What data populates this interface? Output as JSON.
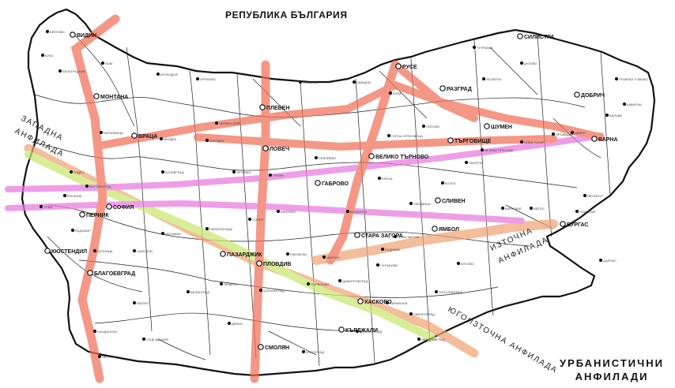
{
  "map": {
    "title": "РЕПУБЛИКА БЪЛГАРИЯ",
    "legend": {
      "line1": "УРБАНИСТИЧНИ",
      "line2": "АНФИЛАДИ"
    }
  },
  "corridors": [
    {
      "id": "west",
      "label_lines": [
        "ЗАПАДНА",
        "АНФИЛАДА"
      ],
      "color": "#f0a575"
    },
    {
      "id": "east",
      "label_lines": [
        "ИЗТОЧНА",
        "АНФИЛАДА"
      ],
      "color": "#f0a575"
    },
    {
      "id": "southeast",
      "label_lines": [
        "ЮГОИЗТОЧНА АНФИЛАДА"
      ],
      "color": "#c8e870"
    }
  ],
  "axis_colors": {
    "red_axes": "#f07058",
    "pink_axes": "#e87ae0",
    "orange_axis": "#f0a575",
    "green_axis": "#c8e870"
  },
  "cities": [
    {
      "name": "СОФИЯ",
      "kind": "major"
    },
    {
      "name": "ВРАЦА",
      "kind": "major"
    },
    {
      "name": "ЛОВЕЧ",
      "kind": "major"
    },
    {
      "name": "ГАБРОВО",
      "kind": "major"
    },
    {
      "name": "ВЕЛИКО ТЪРНОВО",
      "kind": "major"
    },
    {
      "name": "РУСЕ",
      "kind": "major"
    },
    {
      "name": "РАЗГРАД",
      "kind": "major"
    },
    {
      "name": "ШУМЕН",
      "kind": "major"
    },
    {
      "name": "ТЪРГОВИЩЕ",
      "kind": "major"
    },
    {
      "name": "СИЛИСТРА",
      "kind": "major"
    },
    {
      "name": "ДОБРИЧ",
      "kind": "major"
    },
    {
      "name": "ВАРНА",
      "kind": "major"
    },
    {
      "name": "БУРГАС",
      "kind": "major"
    },
    {
      "name": "ЯМБОЛ",
      "kind": "major"
    },
    {
      "name": "СЛИВЕН",
      "kind": "major"
    },
    {
      "name": "СТАРА ЗАГОРА",
      "kind": "major"
    },
    {
      "name": "ХАСКОВО",
      "kind": "major"
    },
    {
      "name": "КЪРДЖАЛИ",
      "kind": "major"
    },
    {
      "name": "СМОЛЯН",
      "kind": "major"
    },
    {
      "name": "ПАЗАРДЖИК",
      "kind": "major"
    },
    {
      "name": "БЛАГОЕВГРАД",
      "kind": "major"
    },
    {
      "name": "ПЕРНИК",
      "kind": "major"
    },
    {
      "name": "КЮСТЕНДИЛ",
      "kind": "major"
    },
    {
      "name": "ВИДИН",
      "kind": "major"
    },
    {
      "name": "МОНТАНА",
      "kind": "major"
    },
    {
      "name": "ПЛЕВЕН",
      "kind": "major"
    },
    {
      "name": "ПЛОВДИВ",
      "kind": "major"
    },
    {
      "name": "ДИМИТРОВГРАД",
      "kind": "minor"
    },
    {
      "name": "КАЗАНЛЪК",
      "kind": "minor"
    },
    {
      "name": "КАРЛОВО",
      "kind": "minor"
    },
    {
      "name": "ГОРНА ОРЯХОВИЦА",
      "kind": "minor"
    },
    {
      "name": "ПОПОВО",
      "kind": "minor"
    },
    {
      "name": "НОВА ЗАГОРА",
      "kind": "minor"
    },
    {
      "name": "ЕЛХОВО",
      "kind": "minor"
    },
    {
      "name": "ПРОВАДИЯ",
      "kind": "minor"
    },
    {
      "name": "ДЕВНЯ",
      "kind": "minor"
    },
    {
      "name": "БОТЕВГРАД",
      "kind": "minor"
    },
    {
      "name": "ДУПНИЦА",
      "kind": "minor"
    },
    {
      "name": "САМОКОВ",
      "kind": "minor"
    },
    {
      "name": "ВЕЛИНГРАД",
      "kind": "minor"
    },
    {
      "name": "АСЕНОВГРАД",
      "kind": "minor"
    },
    {
      "name": "ПЕТРИЧ",
      "kind": "minor"
    },
    {
      "name": "САНДАНСКИ",
      "kind": "minor"
    },
    {
      "name": "ГОЦЕ ДЕЛЧЕВ",
      "kind": "minor"
    },
    {
      "name": "РАЗЛОГ",
      "kind": "minor"
    },
    {
      "name": "СВИЛЕНГРАД",
      "kind": "minor"
    },
    {
      "name": "ХАРМАНЛИ",
      "kind": "minor"
    },
    {
      "name": "ТВЪРДИЦА",
      "kind": "minor"
    },
    {
      "name": "КАРНОБАТ",
      "kind": "minor"
    },
    {
      "name": "АЙТОС",
      "kind": "minor"
    },
    {
      "name": "ПОМОРИЕ",
      "kind": "minor"
    },
    {
      "name": "ЦАРЕВО",
      "kind": "minor"
    },
    {
      "name": "НЕСЕБЪР",
      "kind": "minor"
    },
    {
      "name": "БАЛЧИК",
      "kind": "minor"
    },
    {
      "name": "КАВАРНА",
      "kind": "minor"
    },
    {
      "name": "ТУТРАКАН",
      "kind": "minor"
    },
    {
      "name": "СВИЩОВ",
      "kind": "minor"
    },
    {
      "name": "НИКОПОЛ",
      "kind": "minor"
    },
    {
      "name": "ЛОМ",
      "kind": "minor"
    },
    {
      "name": "КОЗЛОДУЙ",
      "kind": "minor"
    },
    {
      "name": "БЕРКОВИЦА",
      "kind": "minor"
    },
    {
      "name": "МЕЗДРА",
      "kind": "minor"
    },
    {
      "name": "ТРОЯН",
      "kind": "minor"
    },
    {
      "name": "СЕВЛИЕВО",
      "kind": "minor"
    },
    {
      "name": "ЕЛЕНА",
      "kind": "minor"
    },
    {
      "name": "ОМУРТАГ",
      "kind": "minor"
    },
    {
      "name": "КОТЕЛ",
      "kind": "minor"
    },
    {
      "name": "ПАНАГЮРИЩЕ",
      "kind": "minor"
    },
    {
      "name": "ИХТИМАН",
      "kind": "minor"
    },
    {
      "name": "ПЕЩЕРА",
      "kind": "minor"
    },
    {
      "name": "ДЕВИН",
      "kind": "minor"
    },
    {
      "name": "ЗЛАТОГРАД",
      "kind": "minor"
    },
    {
      "name": "МОМЧИЛГРАД",
      "kind": "minor"
    },
    {
      "name": "ИВАЙЛОВГРАД",
      "kind": "minor"
    },
    {
      "name": "ТОПОЛОВГРАД",
      "kind": "minor"
    },
    {
      "name": "ЧИРПАН",
      "kind": "minor"
    },
    {
      "name": "ГЪЛЪБОВО",
      "kind": "minor"
    },
    {
      "name": "РАДНЕВО",
      "kind": "minor"
    },
    {
      "name": "ПЪРВОМАЙ",
      "kind": "minor"
    },
    {
      "name": "РАКОВСКИ",
      "kind": "minor"
    },
    {
      "name": "СОПОТ",
      "kind": "minor"
    },
    {
      "name": "ЛУКОВИТ",
      "kind": "minor"
    },
    {
      "name": "ЧЕРВЕН БРЯГ",
      "kind": "minor"
    },
    {
      "name": "БЯЛА",
      "kind": "minor"
    },
    {
      "name": "ИСПЕРИХ",
      "kind": "minor"
    },
    {
      "name": "НОВИ ПАЗАР",
      "kind": "minor"
    },
    {
      "name": "ВЕЛИКИ ПРЕСЛАВ",
      "kind": "minor"
    },
    {
      "name": "ДУЛОВО",
      "kind": "minor"
    },
    {
      "name": "ГЕНЕРАЛ ТОШЕВО",
      "kind": "minor"
    },
    {
      "name": "ТЕТЕВЕН",
      "kind": "minor"
    },
    {
      "name": "КОСТИНБРОД",
      "kind": "minor"
    },
    {
      "name": "ГОДЕЧ",
      "kind": "minor"
    },
    {
      "name": "БРЕЗНИК",
      "kind": "minor"
    },
    {
      "name": "РАДОМИР",
      "kind": "minor"
    },
    {
      "name": "ТРЪН",
      "kind": "minor"
    },
    {
      "name": "БРЕГОВО",
      "kind": "minor"
    },
    {
      "name": "БЕЛОГРАДЧИК",
      "kind": "minor"
    },
    {
      "name": "КУЛА",
      "kind": "minor"
    },
    {
      "name": "ОРЯХОВО",
      "kind": "minor"
    }
  ]
}
